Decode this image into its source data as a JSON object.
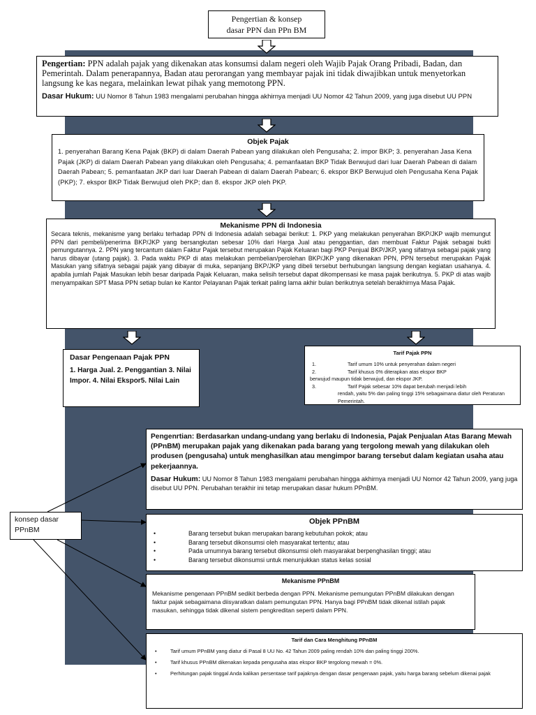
{
  "title": {
    "line1": "Pengertian & konsep",
    "line2": "dasar PPN dan PPn BM"
  },
  "pengertian_ppn": {
    "label": "Pengertian:",
    "text": " PPN adalah pajak yang dikenakan atas konsumsi dalam negeri oleh Wajib Pajak Orang Pribadi, Badan, dan Pemerintah. Dalam penerapannya, Badan atau perorangan yang membayar pajak ini tidak diwajibkan untuk menyetorkan langsung ke kas negara, melainkan lewat pihak yang memotong PPN.",
    "dasar_label": "Dasar Hukum:",
    "dasar_text": " UU Nomor 8 Tahun 1983 mengalami perubahan hingga akhirnya menjadi UU Nomor 42 Tahun 2009, yang juga disebut UU PPN"
  },
  "objek_pajak": {
    "title": "Objek Pajak",
    "text": "1. penyerahan Barang Kena Pajak (BKP) di dalam Daerah Pabean yang dilakukan oleh Pengusaha; 2. impor BKP; 3. penyerahan Jasa Kena Pajak (JKP) di dalam Daerah Pabean yang dilakukan oleh Pengusaha; 4. pemanfaatan BKP Tidak Berwujud dari luar Daerah Pabean di dalam Daerah Pabean; 5. pemanfaatan JKP dari luar Daerah Pabean di dalam Daerah Pabean; 6. ekspor BKP Berwujud oleh Pengusaha Kena Pajak (PKP); 7. ekspor BKP Tidak Berwujud oleh PKP; dan 8. ekspor JKP oleh PKP."
  },
  "mekanisme_ppn": {
    "title": "Mekanisme PPN di Indonesia",
    "text": "Secara teknis, mekanisme yang berlaku terhadap PPN di Indonesia adalah sebagai berikut: 1. PKP yang melakukan penyerahan BKP/JKP wajib memungut PPN dari pembeli/penerima BKP/JKP yang bersangkutan sebesar 10% dari Harga Jual atau penggantian, dan membuat Faktur Pajak sebagai bukti pemungutannya. 2. PPN yang tercantum dalam Faktur Pajak tersebut merupakan Pajak Keluaran bagi PKP Penjual BKP/JKP, yang sifatnya sebagai pajak yang harus dibayar (utang pajak). 3. Pada waktu PKP di atas melakukan pembelian/perolehan BKP/JKP yang dikenakan PPN, PPN tersebut merupakan Pajak Masukan yang sifatnya sebagai pajak yang dibayar di muka, sepanjang BKP/JKP yang dibeli tersebut berhubungan langsung dengan kegiatan usahanya. 4. apabila jumlah Pajak Masukan lebih besar daripada Pajak Keluaran, maka selisih tersebut dapat dikompensasi ke masa pajak berikutnya. 5. PKP di atas wajib menyampaikan SPT Masa PPN setiap bulan ke Kantor Pelayanan Pajak terkait paling lama akhir bulan berikutnya setelah berakhirnya Masa Pajak."
  },
  "dasar_pengenaan": {
    "title": "Dasar Pengenaan Pajak PPN",
    "text": "1. Harga Jual. 2. Penggantian 3. Nilai Impor. 4. Nilai Ekspor5. Nilai Lain"
  },
  "tarif_ppn": {
    "title": "Tarif Pajak PPN",
    "items": [
      {
        "num": "1.",
        "line1": "Tarif umum 10% untuk penyerahan dalam negeri",
        "line2": ""
      },
      {
        "num": "2.",
        "line1": "Tarif khusus 0% diterapkan atas ekspor BKP",
        "line2": "berwujud maupun tidak berwujud, dan ekspor JKP."
      },
      {
        "num": "3.",
        "line1": "Tarif Pajak sebesar 10% dapat berubah menjadi lebih",
        "line2": "rendah, yaitu 5% dan paling tinggi 15% sebagaimana diatur oleh Peraturan Pemerintah."
      }
    ]
  },
  "pengertian_ppnbm": {
    "label": "Pengenrtian:",
    "text": " Berdasarkan undang-undang yang berlaku di Indonesia, Pajak Penjualan Atas Barang Mewah (PPnBM) merupakan pajak yang dikenakan pada barang yang tergolong mewah yang dilakukan oleh produsen (pengusaha) untuk menghasilkan atau mengimpor barang tersebut dalam kegiatan usaha atau pekerjaannya.",
    "dasar_label": "Dasar Hukum:",
    "dasar_text": " UU Nomor 8 Tahun 1983 mengalami perubahan hingga akhirnya menjadi UU Nomor 42 Tahun 2009, yang juga disebut UU PPN. Perubahan terakhir ini tetap merupakan dasar hukum PPnBM."
  },
  "objek_ppnbm": {
    "title": "Objek PPnBM",
    "bullet": "•",
    "items": [
      "Barang tersebut bukan merupakan barang kebutuhan pokok; atau",
      "Barang tersebut dikonsumsi oleh masyarakat tertentu; atau",
      "Pada umumnya barang tersebut dikonsumsi oleh masyarakat berpenghasilan tinggi; atau",
      "Barang tersebut dikonsumsi untuk menunjukkan status kelas sosial"
    ]
  },
  "mekanisme_ppnbm": {
    "title": "Mekanisme PPnBM",
    "text": "Mekanisme pengenaan PPnBM sedikit berbeda dengan PPN. Mekanisme pemungutan PPnBM dilakukan dengan faktur pajak sebagaimana diisyaratkan dalam pemungutan PPN. Hanya bagi PPnBM tidak dikenal istilah pajak masukan, sehingga tidak dikenal sistem pengkreditan seperti dalam PPN."
  },
  "tarif_ppnbm": {
    "title": "Tarif dan Cara Menghitung PPnBM",
    "bullet": "•",
    "items": [
      "Tarif umum PPnBM yang diatur di Pasal 8 UU No. 42 Tahun 2009 paling rendah 10% dan paling tinggi 200%.",
      "Tarif khusus PPnBM dikenakan kepada pengusaha atas ekspor BKP tergolong mewah = 0%.",
      "Perhitungan pajak tinggal Anda kalikan persentase tarif pajaknya dengan dasar pengenaan pajak, yaitu harga barang sebelum dikenai pajak"
    ]
  },
  "konsep_dasar": {
    "line1": "konsep dasar",
    "line2": "PPnBM"
  },
  "colors": {
    "panel": "#44546a",
    "border": "#000000",
    "box": "#ffffff"
  }
}
